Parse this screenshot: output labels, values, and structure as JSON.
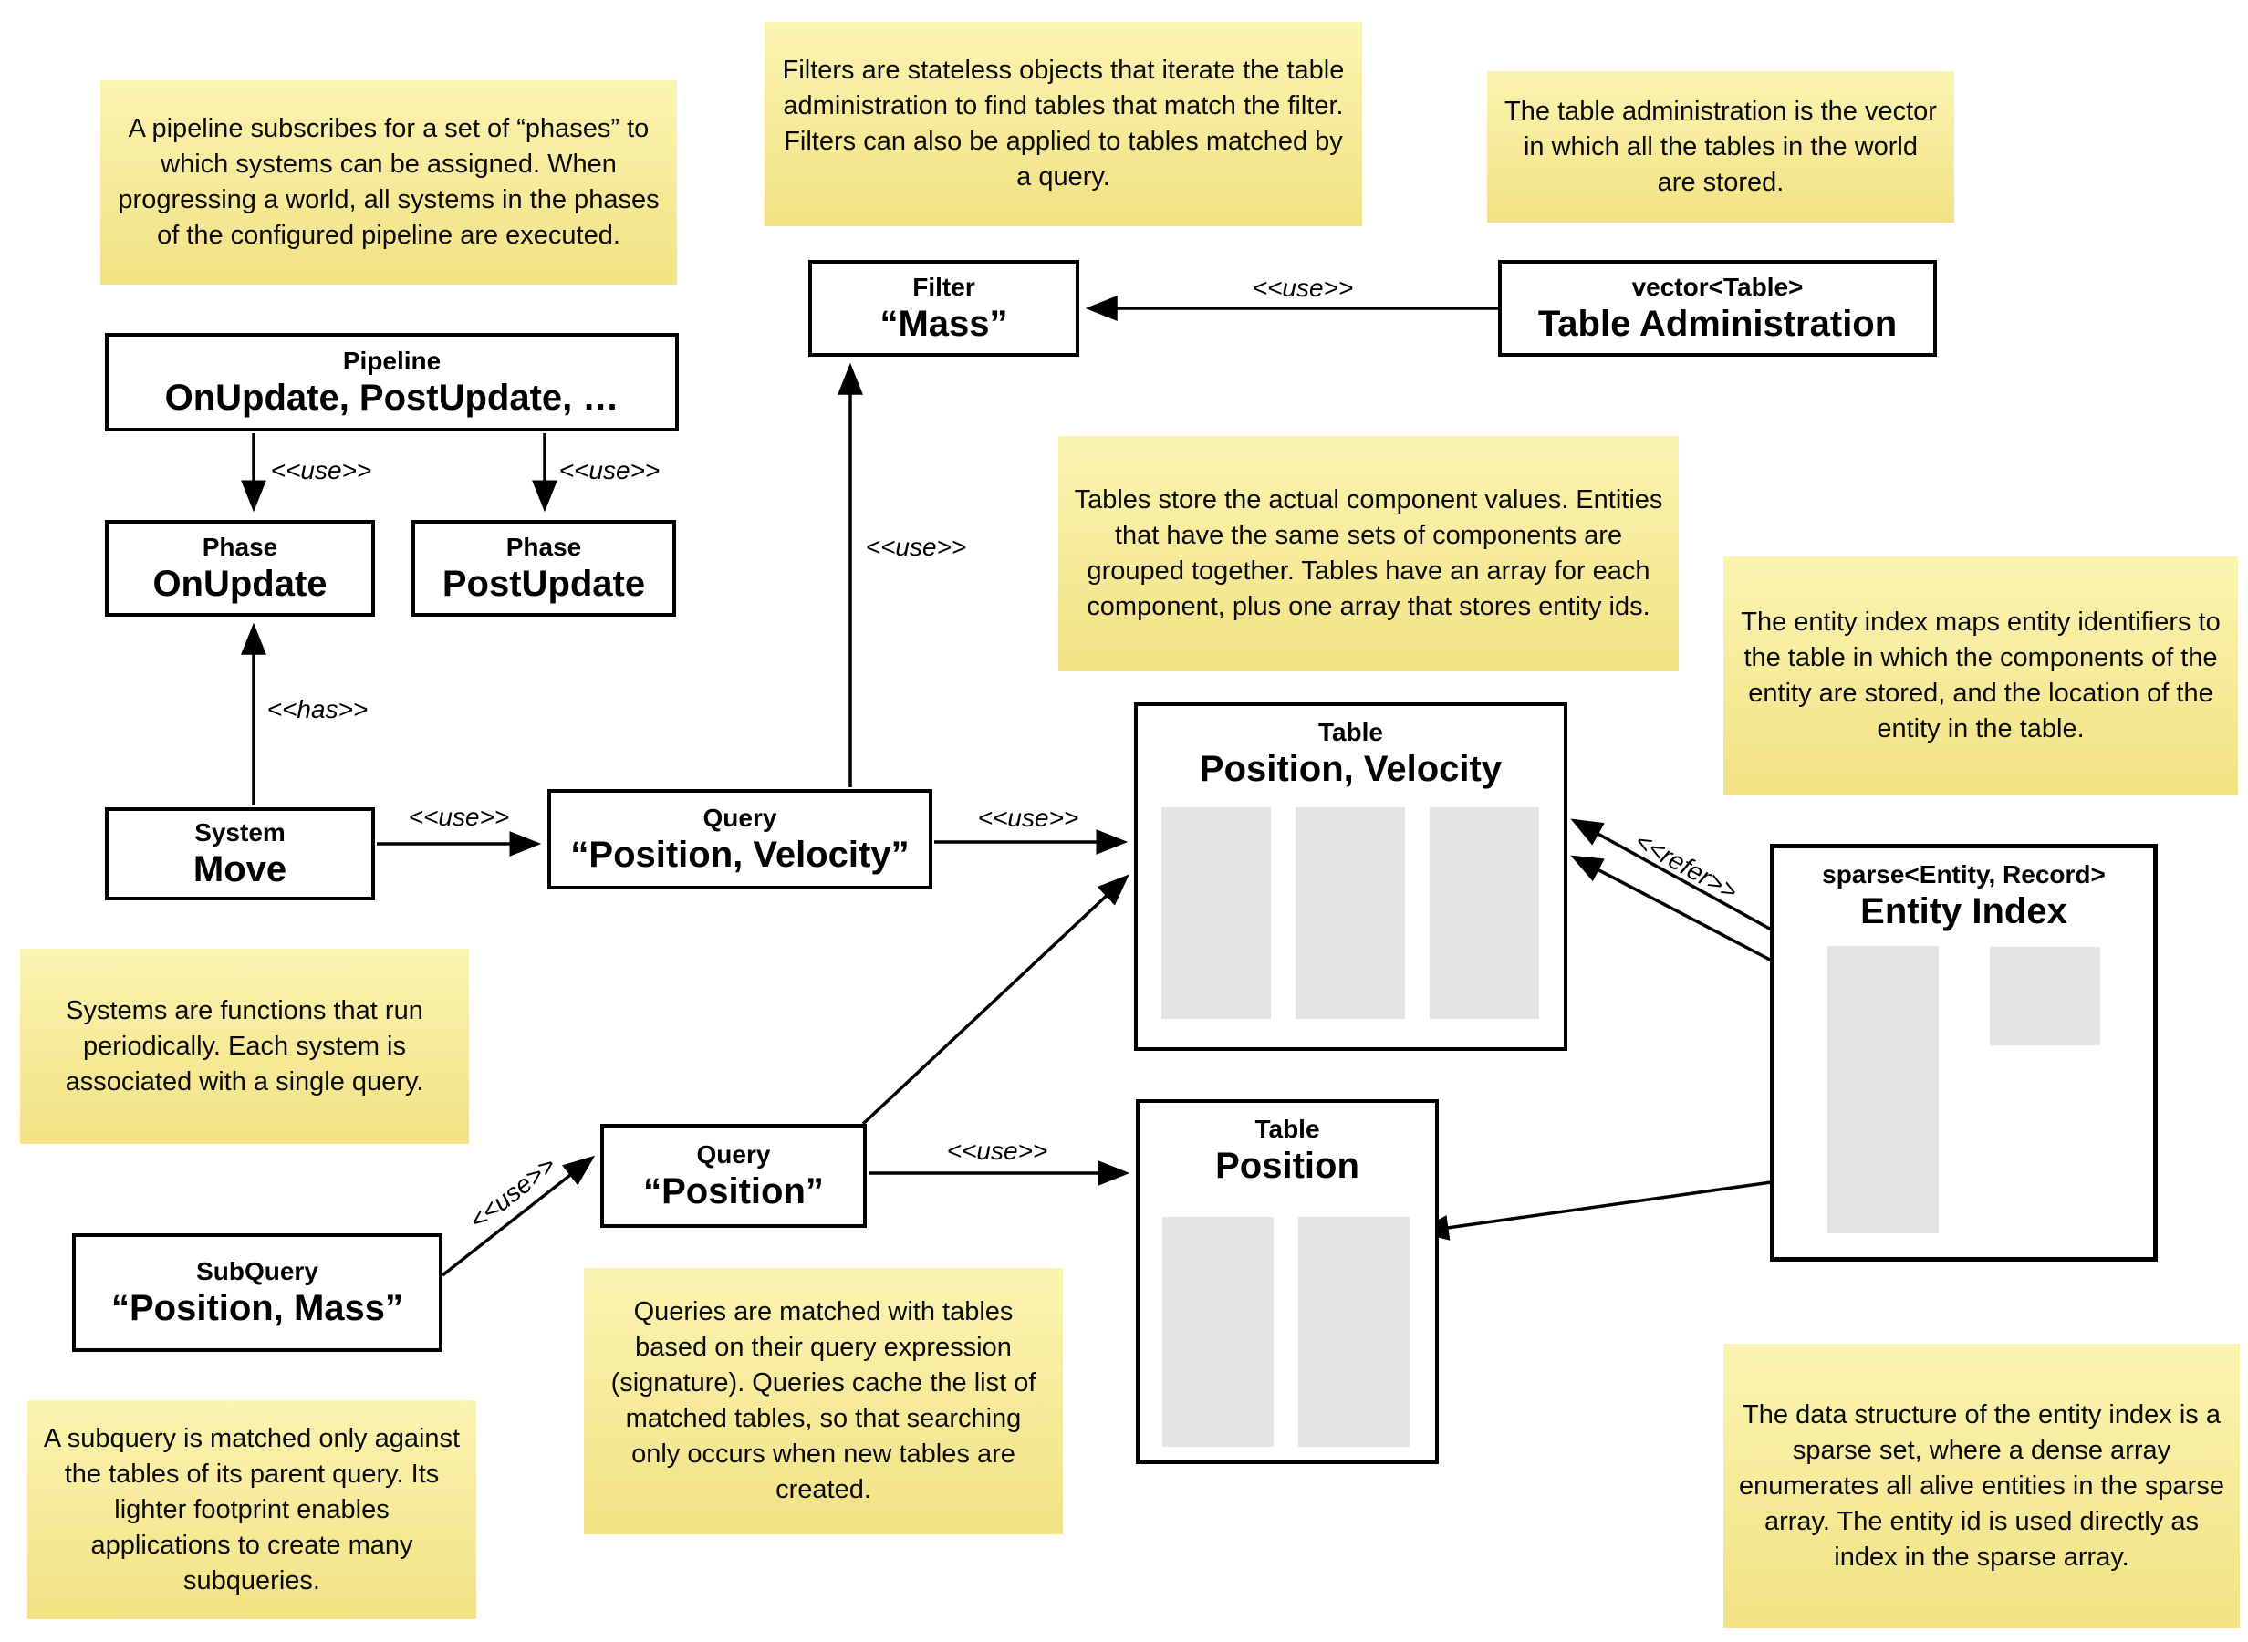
{
  "notes": {
    "pipeline": "A pipeline subscribes for a set of “phases” to which systems can be assigned. When progressing a world, all systems in the phases of the configured pipeline are executed.",
    "filters": "Filters are stateless objects that iterate the table administration to find tables that match the filter. Filters can also be applied to tables matched by a query.",
    "table_admin": "The table administration is the vector in which all the tables in the world are stored.",
    "tables": "Tables store the actual component values. Entities that have the same sets of components are grouped together. Tables have an array for each component, plus one array that stores entity ids.",
    "entity_index": "The entity index maps entity identifiers to the table in which the components of the entity are stored, and the location of the entity in the table.",
    "systems": "Systems are functions that run periodically. Each system is associated with a single query.",
    "queries": "Queries are matched with tables based on their query expression (signature). Queries cache the list of matched tables, so that searching only occurs when new tables are created.",
    "subquery": "A subquery is matched only against the tables of its parent query. Its lighter footprint enables applications to create many subqueries.",
    "sparse_set": "The data structure of the entity index is a sparse set, where a dense array enumerates all alive entities in the sparse array. The entity id is used directly as index in the sparse array."
  },
  "boxes": {
    "pipeline": {
      "stereotype": "Pipeline",
      "name": "OnUpdate, PostUpdate, …"
    },
    "phase_onupdate": {
      "stereotype": "Phase",
      "name": "OnUpdate"
    },
    "phase_postupdate": {
      "stereotype": "Phase",
      "name": "PostUpdate"
    },
    "filter_mass": {
      "stereotype": "Filter",
      "name": "“Mass”"
    },
    "table_administration": {
      "stereotype": "vector<Table>",
      "name": "Table Administration"
    },
    "system_move": {
      "stereotype": "System",
      "name": "Move"
    },
    "query_position_velocity": {
      "stereotype": "Query",
      "name": "“Position, Velocity”"
    },
    "query_position": {
      "stereotype": "Query",
      "name": "“Position”"
    },
    "subquery_position_mass": {
      "stereotype": "SubQuery",
      "name": "“Position, Mass”"
    },
    "table_position_velocity": {
      "stereotype": "Table",
      "name": "Position, Velocity"
    },
    "table_position": {
      "stereotype": "Table",
      "name": "Position"
    },
    "entity_index": {
      "stereotype": "sparse<Entity, Record>",
      "name": "Entity Index"
    }
  },
  "edge_labels": {
    "use": "<<use>>",
    "has": "<<has>>",
    "refer": "<<refer>>"
  },
  "colors": {
    "note_background_top": "#fbf4b2",
    "note_background_bottom": "#f2e284",
    "box_border": "#000000",
    "array_column_fill": "#e4e4e4"
  }
}
